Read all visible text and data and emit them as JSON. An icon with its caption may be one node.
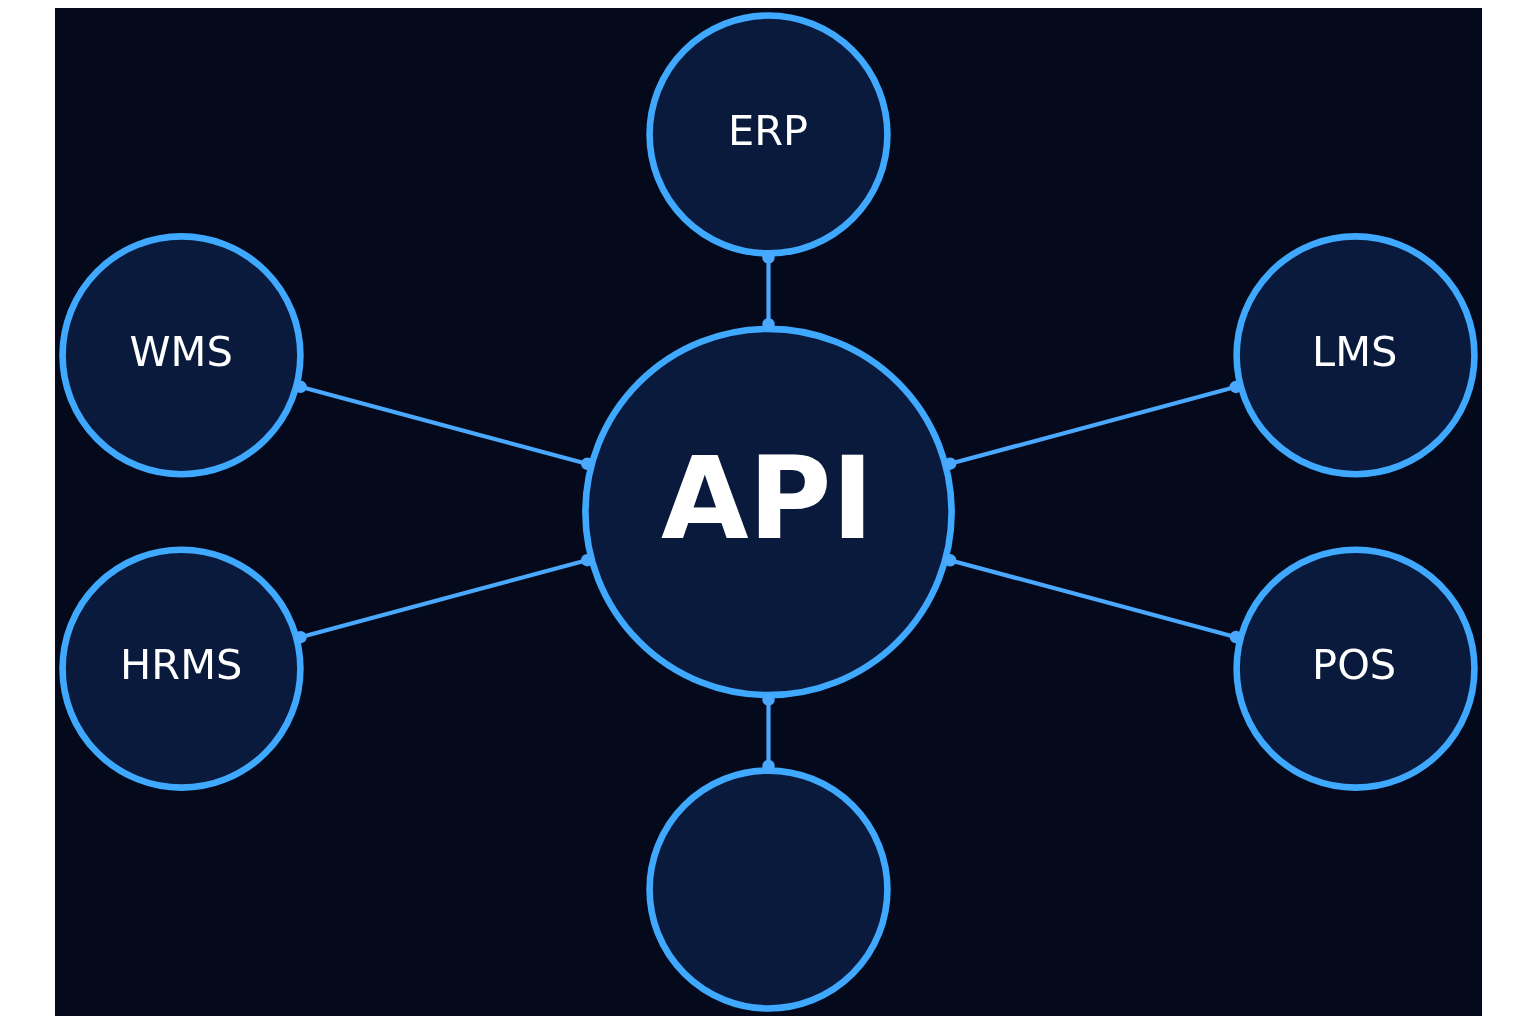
{
  "diagram": {
    "nodes": [
      {
        "text": [
          "ERP"
        ]
      },
      {
        "text": [
          "WMS"
        ]
      },
      {
        "text": [
          "LMS"
        ]
      },
      {
        "text": [
          "API"
        ]
      },
      {
        "text": [
          "HRMS"
        ]
      },
      {
        "text": [
          "POS"
        ]
      },
      {
        "text": [],
        "shape": "circle"
      }
    ],
    "edges": [
      {
        "from": 0,
        "to": 3,
        "arrow": "other"
      },
      {
        "from": 1,
        "to": 3,
        "arrow": "other"
      },
      {
        "from": 3,
        "to": 2,
        "arrow": "other"
      },
      {
        "from": 4,
        "to": 3,
        "arrow": "other"
      },
      {
        "from": 3,
        "to": 5,
        "arrow": "other"
      },
      {
        "from": 3,
        "to": 6,
        "arrow": "other"
      }
    ]
  }
}
